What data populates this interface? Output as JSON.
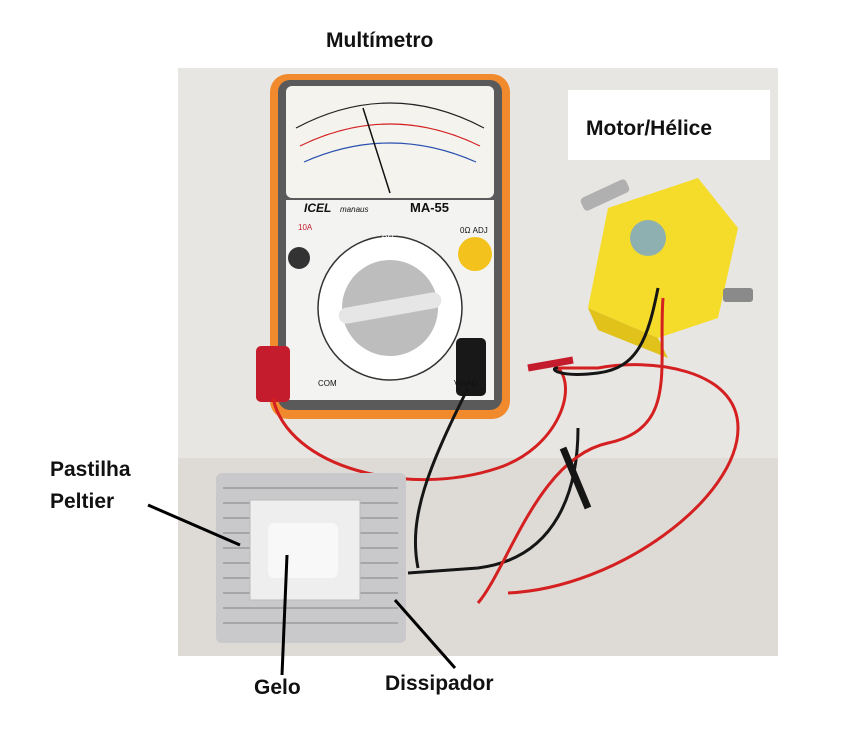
{
  "labels": {
    "multimeter": "Multímetro",
    "motor": "Motor/Hélice",
    "peltier_line1": "Pastilha",
    "peltier_line2": "Peltier",
    "ice": "Gelo",
    "heatsink": "Dissipador"
  },
  "multimeter": {
    "brand": "ICEL",
    "brand_sub": "manaus",
    "model": "MA-55",
    "zero_adj": "0Ω ADJ",
    "com": "COM",
    "input": "VmAΩ",
    "off": "OFF",
    "amp10": "10A"
  },
  "colors": {
    "wall": "#e9e7e3",
    "multimeter_body": "#f08a2c",
    "motor_body": "#f5dc2a",
    "red_wire": "#d42020",
    "black_wire": "#151515",
    "heatsink": "#c9c9cb"
  }
}
